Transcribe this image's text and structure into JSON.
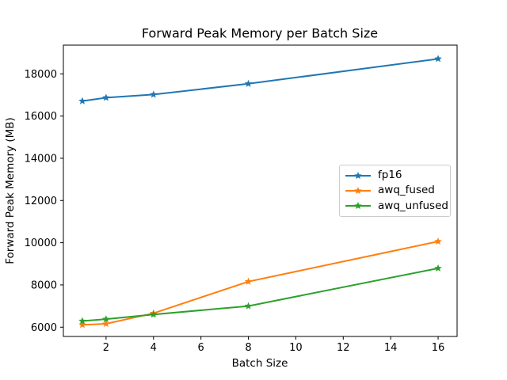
{
  "chart_data": {
    "type": "line",
    "title": "Forward Peak Memory per Batch Size",
    "xlabel": "Batch Size",
    "ylabel": "Forward Peak Memory (MB)",
    "x": [
      1,
      2,
      4,
      8,
      16
    ],
    "series": [
      {
        "name": "fp16",
        "color": "#1f77b4",
        "values": [
          16710,
          16870,
          17020,
          17530,
          18710
        ]
      },
      {
        "name": "awq_fused",
        "color": "#ff7f0e",
        "values": [
          6110,
          6160,
          6660,
          8160,
          10060
        ]
      },
      {
        "name": "awq_unfused",
        "color": "#2ca02c",
        "values": [
          6290,
          6380,
          6600,
          7000,
          8790
        ]
      }
    ],
    "marker": "star",
    "xticks": {
      "values": [
        2,
        4,
        6,
        8,
        10,
        12,
        14,
        16
      ],
      "labels": [
        "2",
        "4",
        "6",
        "8",
        "10",
        "12",
        "14",
        "16"
      ]
    },
    "yticks": {
      "values": [
        6000,
        8000,
        10000,
        12000,
        14000,
        16000,
        18000
      ],
      "labels": [
        "6000",
        "8000",
        "10000",
        "12000",
        "14000",
        "16000",
        "18000"
      ]
    },
    "xlim": [
      0.2,
      16.8
    ],
    "ylim": [
      5560,
      19360
    ],
    "grid": false,
    "legend": {
      "position": "center right",
      "entries": [
        "fp16",
        "awq_fused",
        "awq_unfused"
      ]
    },
    "colors": {
      "background": "#ffffff",
      "axes": "#000000",
      "tick_text": "#000000",
      "legend_border": "#cccccc"
    }
  }
}
